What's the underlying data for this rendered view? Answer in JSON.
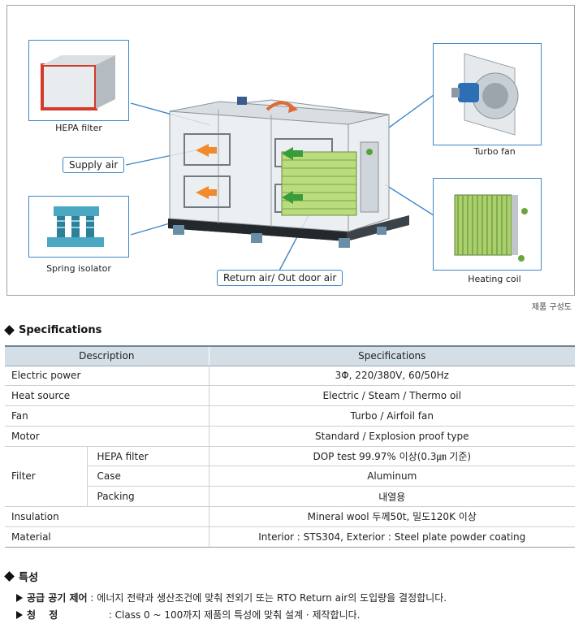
{
  "diagram": {
    "labels": {
      "hepa": "HEPA filter",
      "supply": "Supply air",
      "spring": "Spring isolator",
      "return_air": "Return air/ Out door air",
      "turbo": "Turbo fan",
      "heating": "Heating coil"
    },
    "caption": "제품 구성도"
  },
  "specs": {
    "title": "Specifications",
    "headers": [
      "Description",
      "Specifications"
    ],
    "rows": {
      "electric_power": {
        "label": "Electric power",
        "value": "3Φ, 220/380V, 60/50Hz"
      },
      "heat_source": {
        "label": "Heat source",
        "value": "Electric / Steam / Thermo oil"
      },
      "fan": {
        "label": "Fan",
        "value": "Turbo / Airfoil fan"
      },
      "motor": {
        "label": "Motor",
        "value": "Standard / Explosion proof type"
      },
      "filter": {
        "label": "Filter",
        "hepa": {
          "label": "HEPA filter",
          "value": "DOP test 99.97% 이상(0.3㎛ 기준)"
        },
        "case": {
          "label": "Case",
          "value": "Aluminum"
        },
        "packing": {
          "label": "Packing",
          "value": "내열용"
        }
      },
      "insulation": {
        "label": "Insulation",
        "value": "Mineral wool 두께50t, 밀도120K 이상"
      },
      "material": {
        "label": "Material",
        "value": "Interior : STS304,  Exterior : Steel plate powder coating"
      }
    }
  },
  "features": {
    "title": "특성",
    "items": [
      {
        "term": "공급 공기 제어",
        "text": " : 에너지 전략과 생산조건에 맞춰 전외기 또는 RTO Return air의 도입량을 결정합니다."
      },
      {
        "term": "청　 정",
        "text": " : Class 0 ~ 100까지 제품의 특성에 맞춰 설계 · 제작합니다."
      }
    ]
  },
  "colors": {
    "callout_blue": "#3f86c8",
    "table_header": "#d4dee6",
    "coil_green": "#9bc85a",
    "arrow_orange": "#f08a2c",
    "arrow_green": "#3a9b3a"
  }
}
